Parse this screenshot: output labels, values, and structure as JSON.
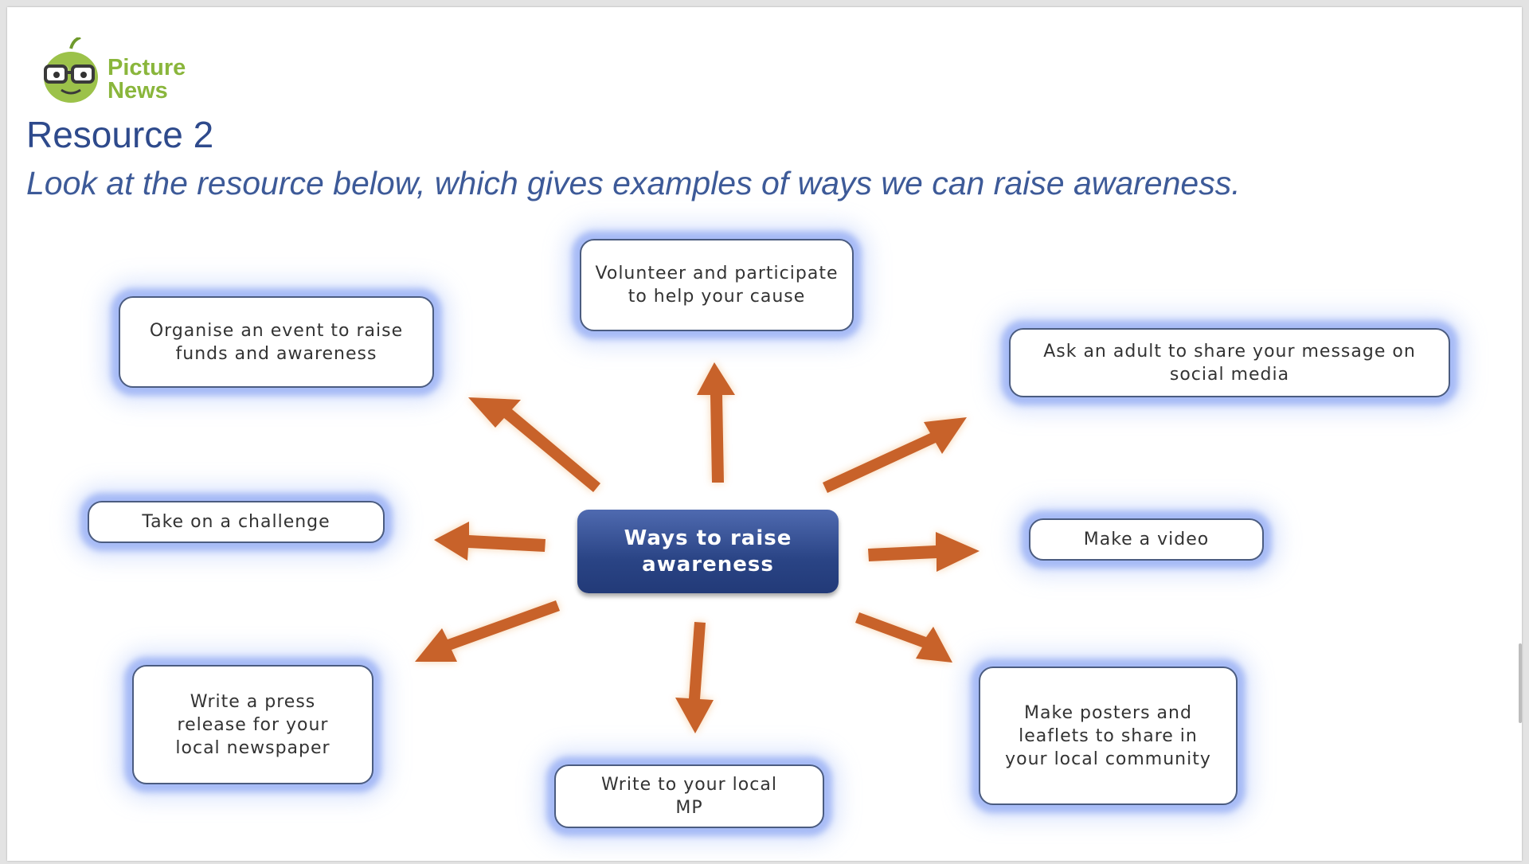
{
  "logo": {
    "line1": "Picture",
    "line2": "News",
    "color": "#8ab63c"
  },
  "title": "Resource 2",
  "subtitle": "Look at the resource below, which gives examples of ways we can raise awareness.",
  "diagram": {
    "center": "Ways to raise awareness",
    "nodes": {
      "volunteer": "Volunteer and participate to help your cause",
      "organise_event": "Organise an event to raise funds and awareness",
      "share_social": "Ask an adult to share your message on social media",
      "challenge": "Take on a challenge",
      "video": "Make a video",
      "press_release": "Write a press release for your local newspaper",
      "write_mp": "Write to your local MP",
      "posters": "Make posters and leaflets to share in your local community"
    },
    "colors": {
      "arrow": "#c8622a",
      "center": "#2a4485",
      "glow": "#7896f0"
    }
  }
}
